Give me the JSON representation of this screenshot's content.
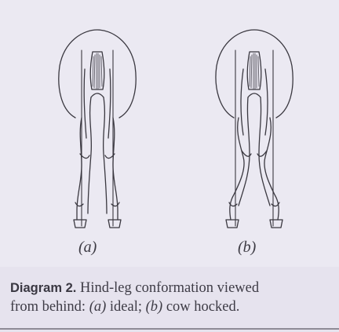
{
  "figure": {
    "label_a": "(a)",
    "label_b": "(b)"
  },
  "caption": {
    "number": "Diagram 2.",
    "line1_rest": "Hind-leg conformation viewed",
    "line2_start": "from behind:",
    "mark_a": "(a)",
    "text_a": "ideal;",
    "mark_b": "(b)",
    "text_b": "cow hocked."
  }
}
